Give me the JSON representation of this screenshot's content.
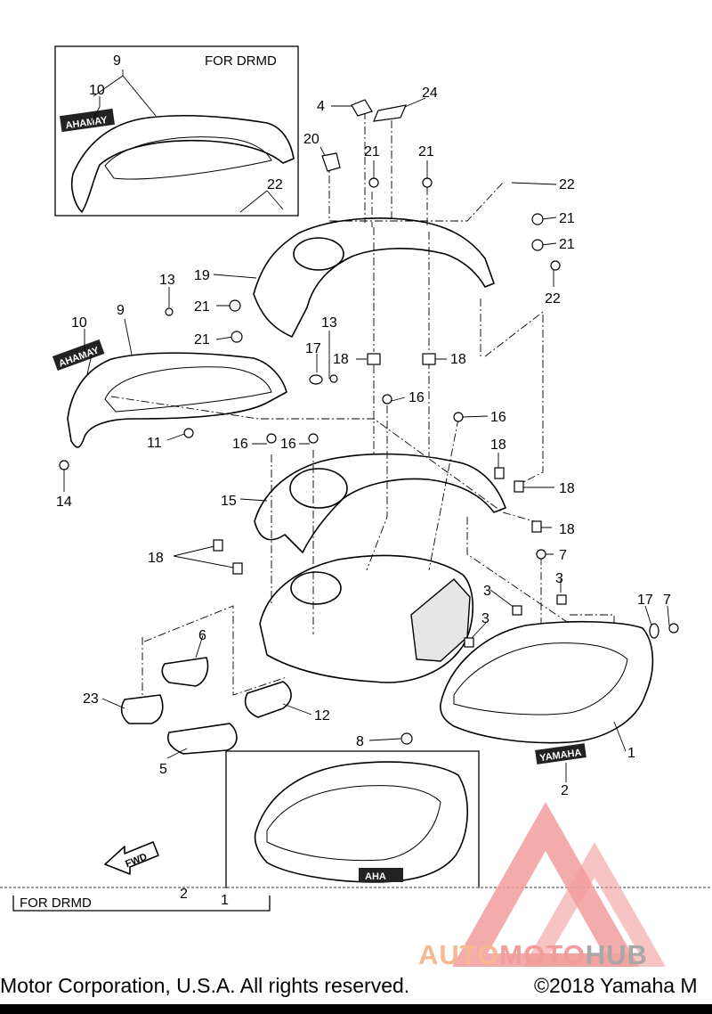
{
  "inset_top": {
    "label": "FOR DRMD"
  },
  "inset_bottom": {
    "label": "FOR DRMD",
    "callouts": [
      "2",
      "1"
    ]
  },
  "callouts": [
    {
      "id": "c9a",
      "text": "9"
    },
    {
      "id": "c10a",
      "text": "10"
    },
    {
      "id": "c4",
      "text": "4"
    },
    {
      "id": "c24",
      "text": "24"
    },
    {
      "id": "c20",
      "text": "20"
    },
    {
      "id": "c21a",
      "text": "21"
    },
    {
      "id": "c21b",
      "text": "21"
    },
    {
      "id": "c22a",
      "text": "22"
    },
    {
      "id": "c22b",
      "text": "22"
    },
    {
      "id": "c21c",
      "text": "21"
    },
    {
      "id": "c21d",
      "text": "21"
    },
    {
      "id": "c19",
      "text": "19"
    },
    {
      "id": "c13a",
      "text": "13"
    },
    {
      "id": "c21e",
      "text": "21"
    },
    {
      "id": "c21f",
      "text": "21"
    },
    {
      "id": "c22c",
      "text": "22"
    },
    {
      "id": "c10b",
      "text": "10"
    },
    {
      "id": "c9b",
      "text": "9"
    },
    {
      "id": "c13b",
      "text": "13"
    },
    {
      "id": "c17a",
      "text": "17"
    },
    {
      "id": "c18a",
      "text": "18"
    },
    {
      "id": "c18b",
      "text": "18"
    },
    {
      "id": "c16a",
      "text": "16"
    },
    {
      "id": "c16b",
      "text": "16"
    },
    {
      "id": "c11",
      "text": "11"
    },
    {
      "id": "c14",
      "text": "14"
    },
    {
      "id": "c16c",
      "text": "16"
    },
    {
      "id": "c16d",
      "text": "16"
    },
    {
      "id": "c18c",
      "text": "18"
    },
    {
      "id": "c18d",
      "text": "18"
    },
    {
      "id": "c15",
      "text": "15"
    },
    {
      "id": "c18e",
      "text": "18"
    },
    {
      "id": "c18f",
      "text": "18"
    },
    {
      "id": "c7a",
      "text": "7"
    },
    {
      "id": "c3a",
      "text": "3"
    },
    {
      "id": "c3b",
      "text": "3"
    },
    {
      "id": "c3c",
      "text": "3"
    },
    {
      "id": "c17b",
      "text": "17"
    },
    {
      "id": "c7b",
      "text": "7"
    },
    {
      "id": "c6",
      "text": "6"
    },
    {
      "id": "c23",
      "text": "23"
    },
    {
      "id": "c12",
      "text": "12"
    },
    {
      "id": "c5",
      "text": "5"
    },
    {
      "id": "c8",
      "text": "8"
    },
    {
      "id": "c1",
      "text": "1"
    },
    {
      "id": "c2",
      "text": "2"
    }
  ],
  "emblem_text": {
    "mirrored_top": "AHAMAY",
    "mirrored_left": "AHAMAY",
    "tank": "YAMAHA",
    "inset": "AHA"
  },
  "fwd_label": "FWD",
  "copyright": {
    "left": "Motor Corporation, U.S.A. All rights reserved.",
    "right": "©2018 Yamaha M"
  },
  "watermark": {
    "part1": "AUTO",
    "part2": "MOTO",
    "part3": "HUB"
  },
  "colors": {
    "wm_orange": "#f6b98f",
    "wm_red": "#f29c9c",
    "wm_grey": "#a8a8a8"
  }
}
